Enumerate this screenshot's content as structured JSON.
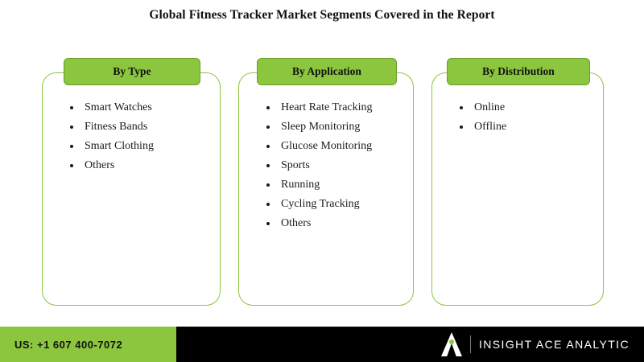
{
  "header": {
    "title": "Global Fitness Tracker Market Segments Covered in the Report"
  },
  "columns": [
    {
      "heading": "By Type",
      "items": [
        "Smart Watches",
        "Fitness Bands",
        "Smart Clothing",
        "Others"
      ]
    },
    {
      "heading": "By Application",
      "items": [
        "Heart Rate Tracking",
        "Sleep Monitoring",
        "Glucose Monitoring",
        "Sports",
        "Running",
        "Cycling Tracking",
        "Others"
      ]
    },
    {
      "heading": "By Distribution",
      "items": [
        "Online",
        "Offline"
      ]
    }
  ],
  "footer": {
    "phone": "US: +1 607 400-7072",
    "brand_name": "INSIGHT ACE ANALYTIC",
    "logo_icon": "letter-a-logo-icon"
  },
  "colors": {
    "accent_green": "#8cc63e",
    "background": "#000000",
    "surface": "#ffffff",
    "text": "#111111"
  }
}
